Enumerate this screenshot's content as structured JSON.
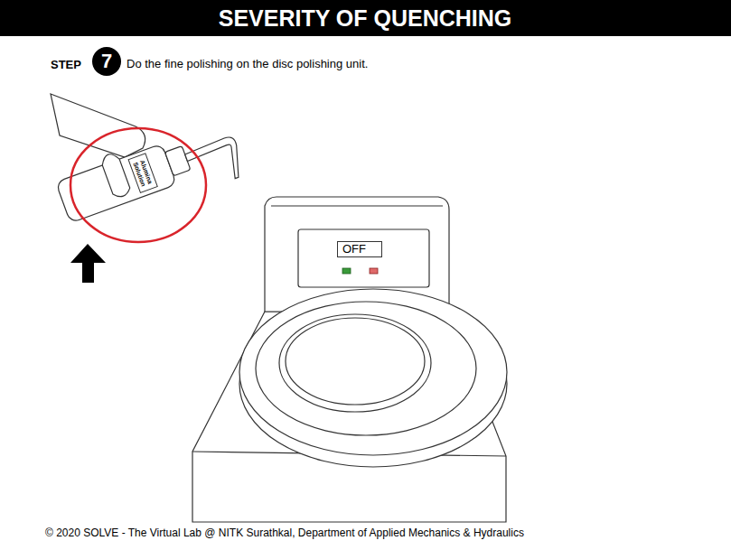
{
  "diagram": {
    "title": "SEVERITY OF QUENCHING",
    "caption": "© 2020 SOLVE - The Virtual Lab @ NITK Surathkal, Department of Applied Mechanics & Hydraulics",
    "nodes": [
      {
        "text": [
          "7"
        ]
      },
      {
        "text": [
          "Alumina Solution"
        ]
      },
      {
        "text": [
          "OFF"
        ]
      }
    ],
    "labels": [
      "STEP",
      "Do the fine polishing on the disc polishing unit."
    ]
  }
}
